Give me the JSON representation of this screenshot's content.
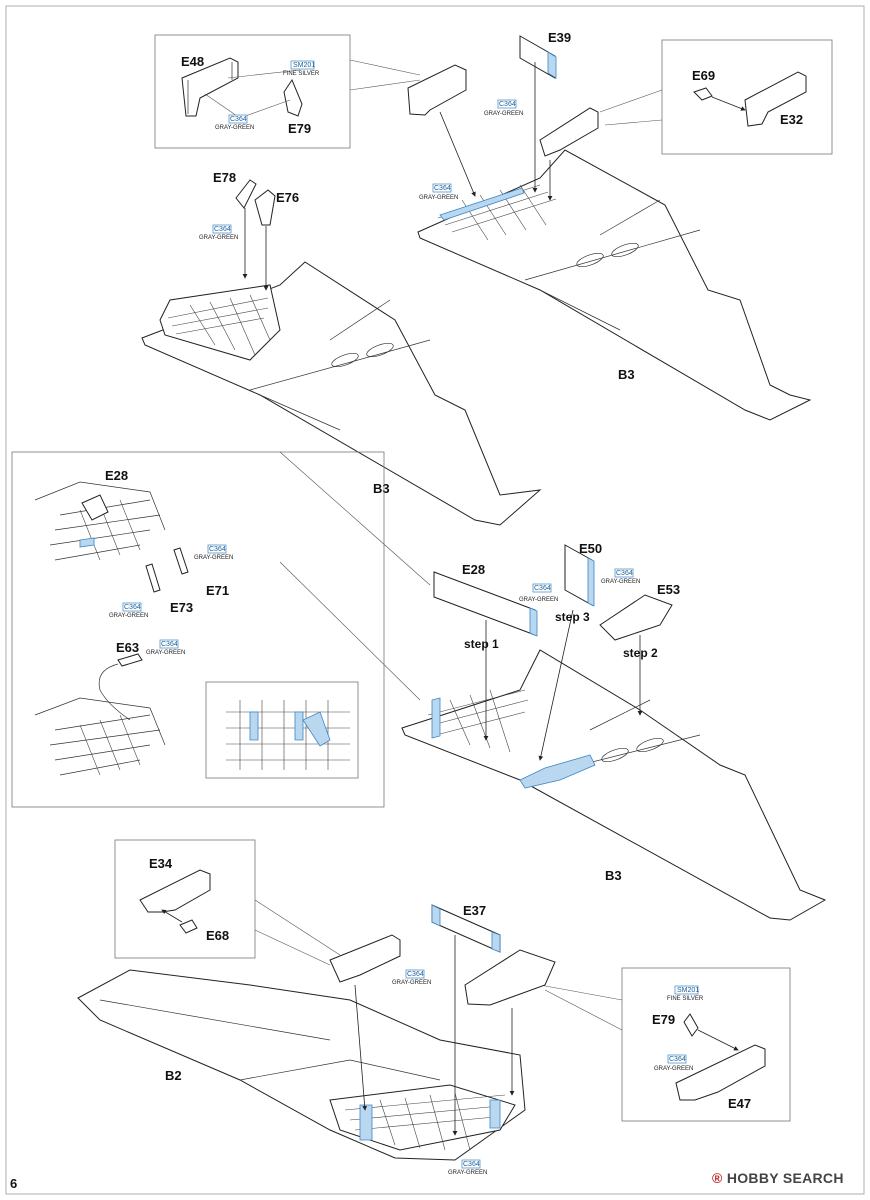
{
  "page_number": "6",
  "watermark": {
    "mark": "®",
    "text": "HOBBY SEARCH"
  },
  "paints": {
    "gray_green": {
      "code": "C364",
      "name": "GRAY-GREEN",
      "color": "#b9d7ef"
    },
    "fine_silver": {
      "code": "SM201",
      "name": "FINE SILVER"
    }
  },
  "parts": {
    "E48": "E48",
    "E79": "E79",
    "E39": "E39",
    "E69": "E69",
    "E32": "E32",
    "E78": "E78",
    "E76": "E76",
    "B3": "B3",
    "E28": "E28",
    "E71": "E71",
    "E73": "E73",
    "E63": "E63",
    "E50": "E50",
    "E53": "E53",
    "E34": "E34",
    "E68": "E68",
    "E37": "E37",
    "B2": "B2",
    "E47": "E47"
  },
  "steps": {
    "step1": "step 1",
    "step2": "step 2",
    "step3": "step 3"
  }
}
